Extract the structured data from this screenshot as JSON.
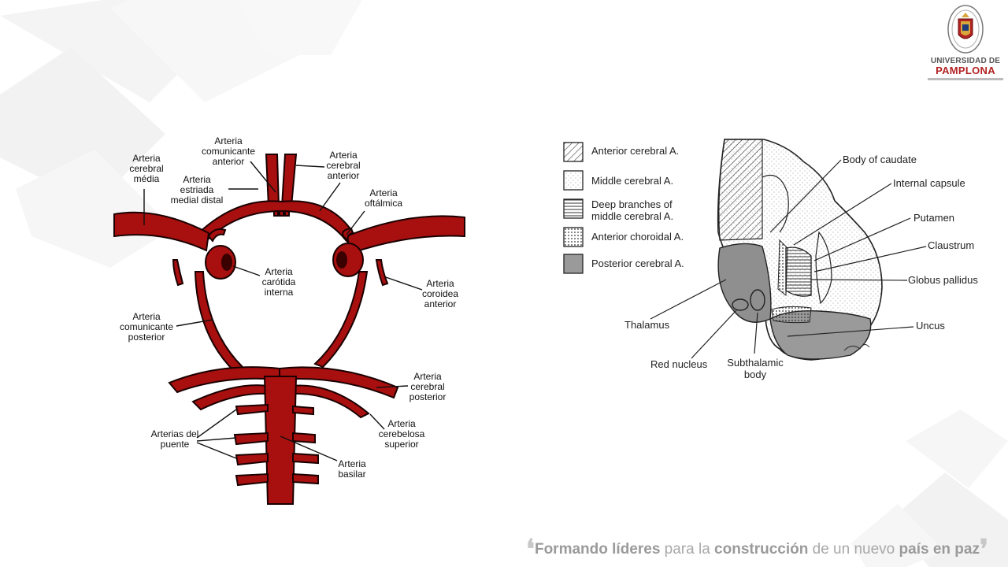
{
  "logo": {
    "line1": "UNIVERSIDAD DE",
    "line2": "PAMPLONA"
  },
  "left_figure": {
    "labels": {
      "cerebral_media": "Arteria cerebral média",
      "comunicante_anterior": "Arteria comunicante anterior",
      "estriada": "Arteria estriada medial distal",
      "cerebral_anterior": "Arteria cerebral anterior",
      "oftalmica": "Arteria oftálmica",
      "carotida": "Arteria carótida interna",
      "coroidea": "Arteria coroidea anterior",
      "comunicante_posterior": "Arteria comunicante posterior",
      "cerebral_posterior": "Arteria cerebral posterior",
      "cerebelosa": "Arteria cerebelosa superior",
      "puente": "Arterias del puente",
      "basilar": "Arteria basilar"
    }
  },
  "right_figure": {
    "legend": [
      "Anterior cerebral A.",
      "Middle cerebral A.",
      "Deep branches of middle cerebral A.",
      "Anterior choroidal A.",
      "Posterior cerebral A."
    ],
    "labels": {
      "body_caudate": "Body of caudate",
      "internal_capsule": "Internal capsule",
      "putamen": "Putamen",
      "claustrum": "Claustrum",
      "globus_pallidus": "Globus pallidus",
      "uncus": "Uncus",
      "thalamus": "Thalamus",
      "red_nucleus": "Red nucleus",
      "subthalamic": "Subthalamic body"
    }
  },
  "footer": {
    "s1": "Formando líderes",
    "s2": " para la ",
    "s3": "construcción",
    "s4": " de un nuevo ",
    "s5": "país en paz"
  }
}
